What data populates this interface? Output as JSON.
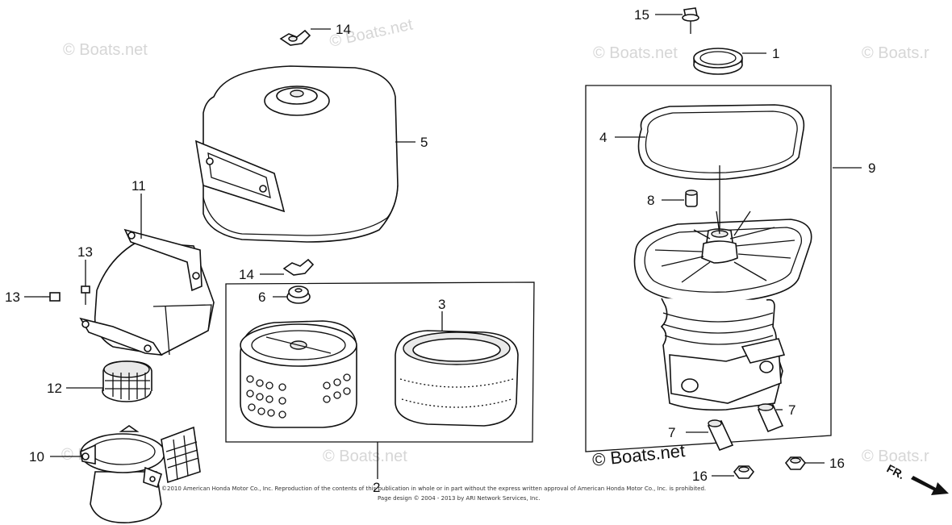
{
  "watermarks": {
    "top_left": "© Boats.net",
    "top_center": "© Boats.net",
    "top_right_a": "© Boats.net",
    "top_right_b": "© Boats.r",
    "mid_left": "© Boats.net",
    "mid_center": "© Boats.net",
    "mid_right": "© Boats.r",
    "bottom_main": "© Boats.net"
  },
  "callouts": {
    "c1": "1",
    "c2": "2",
    "c3": "3",
    "c4": "4",
    "c5": "5",
    "c6": "6",
    "c7a": "7",
    "c7b": "7",
    "c8": "8",
    "c9": "9",
    "c10": "10",
    "c11": "11",
    "c12": "12",
    "c13a": "13",
    "c13b": "13",
    "c14a": "14",
    "c14b": "14",
    "c15": "15",
    "c16a": "16",
    "c16b": "16"
  },
  "direction_label": "FR.",
  "copyright_line1": "©2010 American Honda Motor Co., Inc. Reproduction of the contents of this publication in whole or in part without the express written approval of American Honda Motor Co., Inc. is prohibited.",
  "copyright_line2": "Page design © 2004 - 2013 by ARI Network Services, Inc."
}
